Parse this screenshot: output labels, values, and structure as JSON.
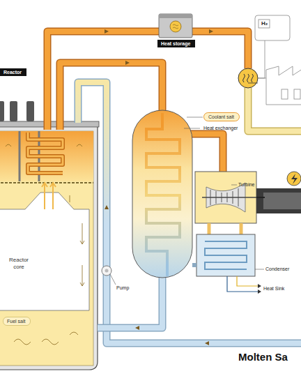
{
  "diagram": {
    "title": "Molten Sa",
    "nodes": [
      {
        "text": [
          "Reactor"
        ]
      },
      {
        "text": [
          "Heat storage"
        ]
      },
      {
        "text": [
          "Coolant salt"
        ]
      },
      {
        "text": [
          "Reactor core"
        ]
      },
      {
        "text": [
          "Fuel salt"
        ]
      }
    ],
    "labels": [
      "H₂",
      "Heat exchanger",
      "Turbine",
      "Condenser",
      "Heat Sink",
      "Pump"
    ]
  }
}
